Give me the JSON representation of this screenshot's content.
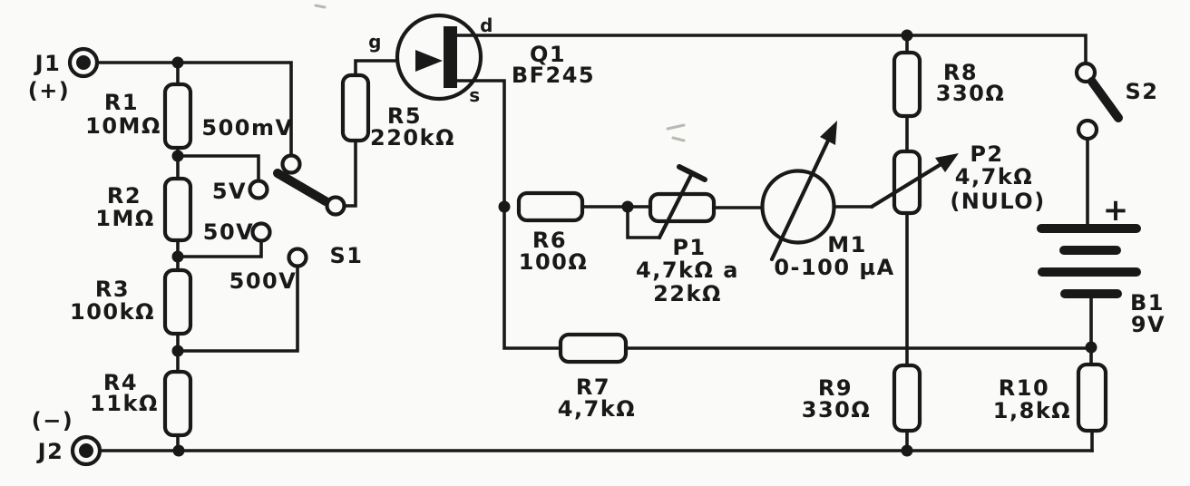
{
  "schematic": {
    "kind": "FET voltmeter circuit diagram",
    "ink_color": "#191919",
    "paper_color": "#fafaf8"
  },
  "jacks": {
    "j1": {
      "ref": "J1",
      "polarity": "(+)"
    },
    "j2": {
      "ref": "J2",
      "polarity": "(−)"
    }
  },
  "ranges": {
    "mv500": "500mV",
    "v5": "5V",
    "v50": "50V",
    "v500": "500V"
  },
  "switches": {
    "s1": "S1",
    "s2": "S2"
  },
  "transistor": {
    "ref": "Q1",
    "part": "BF245",
    "gate": "g",
    "drain": "d",
    "source": "s"
  },
  "resistors": [
    {
      "ref": "R1",
      "value": "10MΩ"
    },
    {
      "ref": "R2",
      "value": "1MΩ"
    },
    {
      "ref": "R3",
      "value": "100kΩ"
    },
    {
      "ref": "R4",
      "value": "11kΩ"
    },
    {
      "ref": "R5",
      "value": "220kΩ"
    },
    {
      "ref": "R6",
      "value": "100Ω"
    },
    {
      "ref": "R7",
      "value": "4,7kΩ"
    },
    {
      "ref": "R8",
      "value": "330Ω"
    },
    {
      "ref": "R9",
      "value": "330Ω"
    },
    {
      "ref": "R10",
      "value": "1,8kΩ"
    }
  ],
  "potentiometers": [
    {
      "ref": "P1",
      "value_line1": "4,7kΩ a",
      "value_line2": "22kΩ"
    },
    {
      "ref": "P2",
      "value": "4,7kΩ",
      "note": "(NULO)"
    }
  ],
  "meter": {
    "ref": "M1",
    "range": "0-100 µA"
  },
  "battery": {
    "ref": "B1",
    "voltage": "9V",
    "plus": "+"
  }
}
